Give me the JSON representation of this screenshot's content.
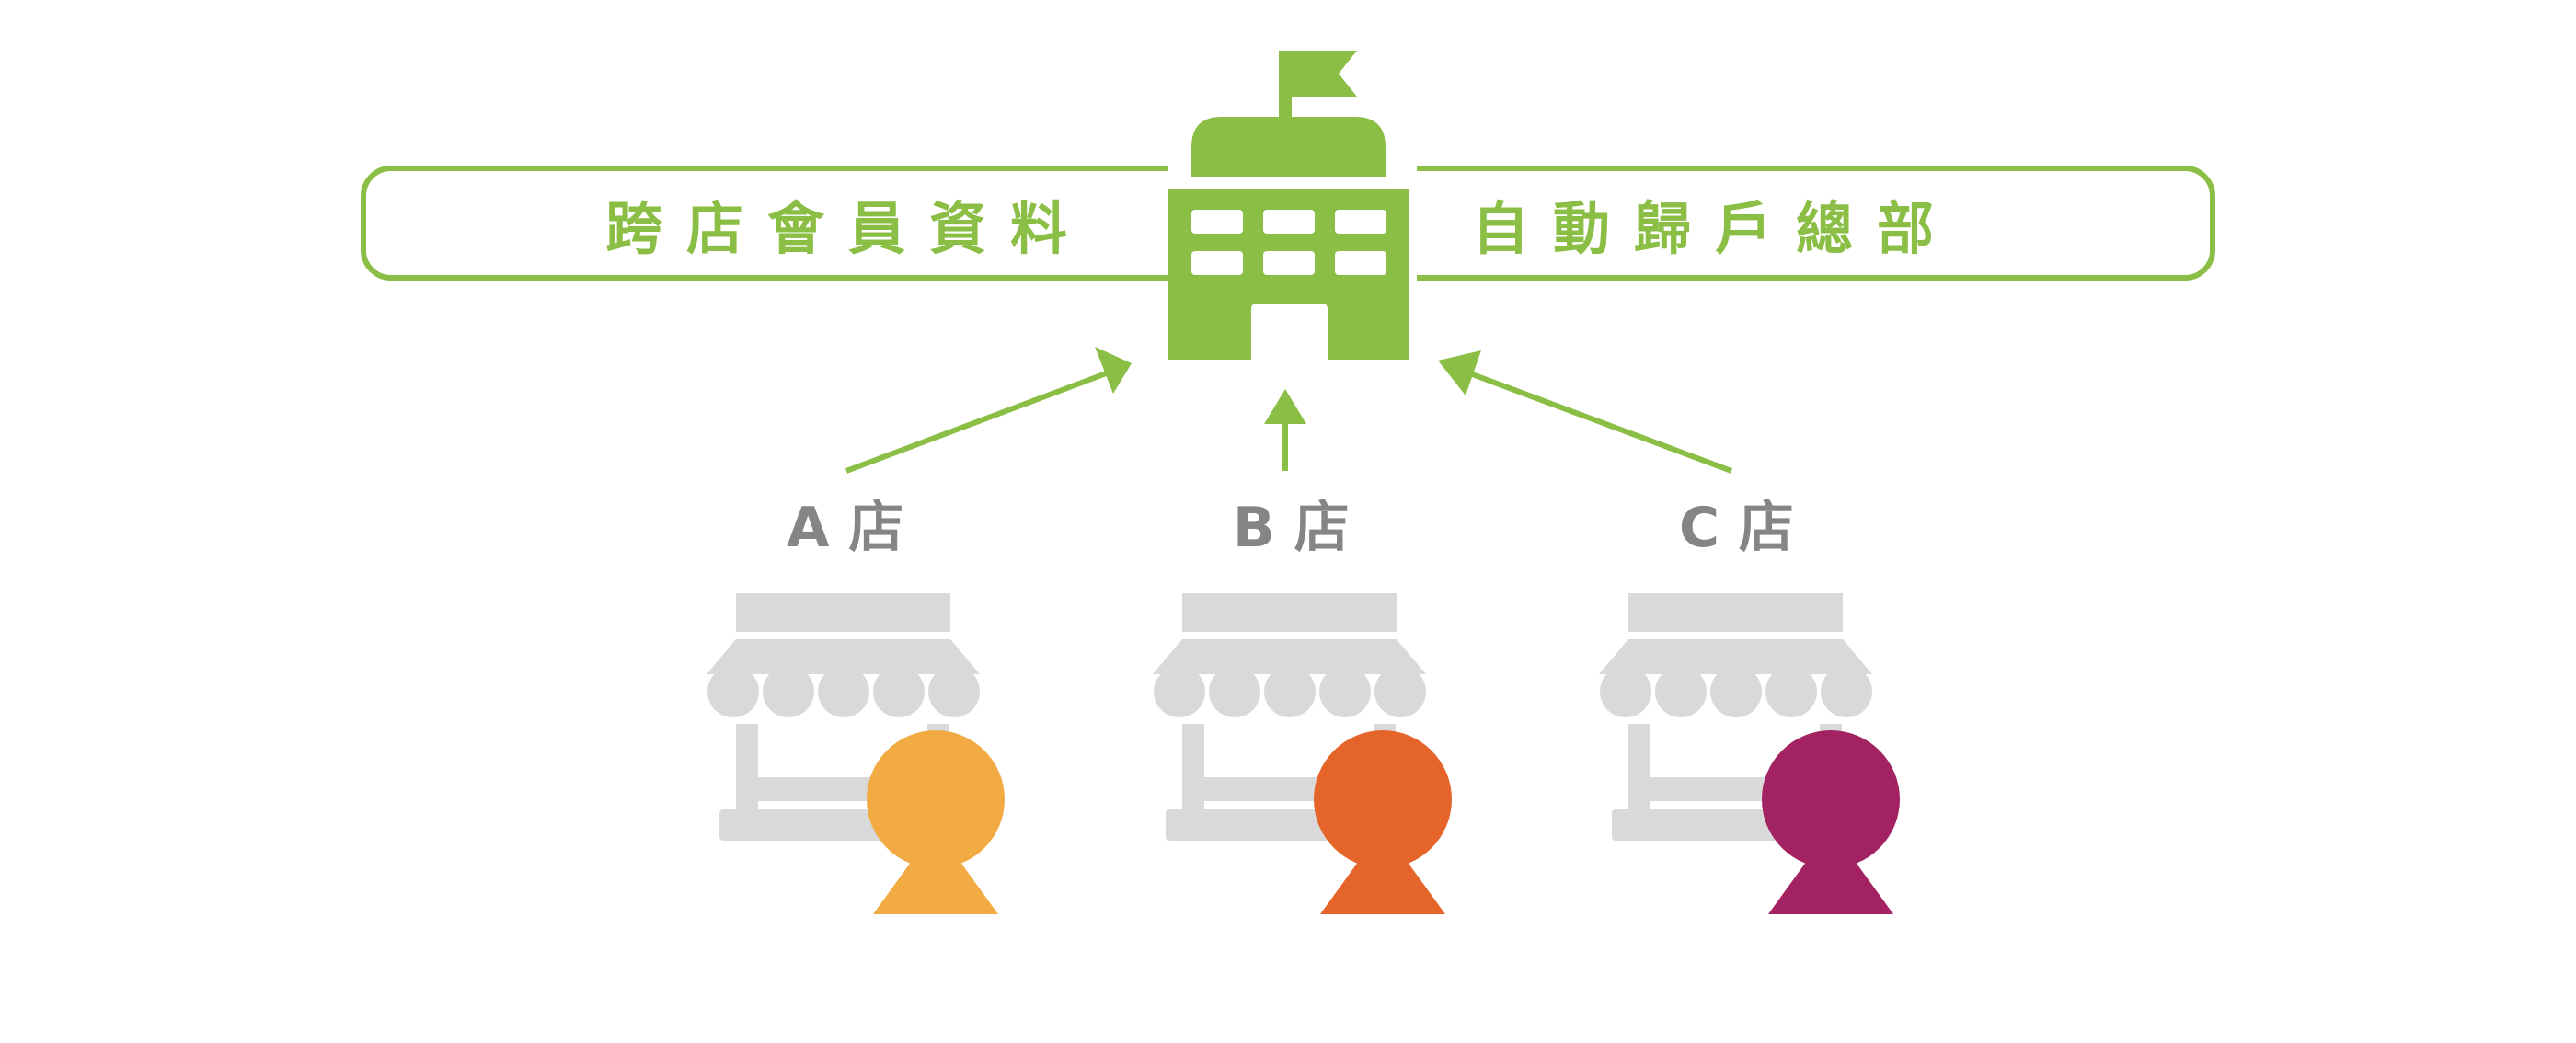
{
  "banner": {
    "left_text": "跨店會員資料",
    "right_text": "自動歸戶總部"
  },
  "headquarters": {
    "icon": "school-building-icon"
  },
  "stores": [
    {
      "label": "A 店",
      "member_color": "#F2AB42"
    },
    {
      "label": "B 店",
      "member_color": "#E5642A"
    },
    {
      "label": "C 店",
      "member_color": "#A22262"
    }
  ],
  "colors": {
    "accent": "#8BBE45",
    "store_gray": "#D9D9D9",
    "label_gray": "#858585"
  }
}
